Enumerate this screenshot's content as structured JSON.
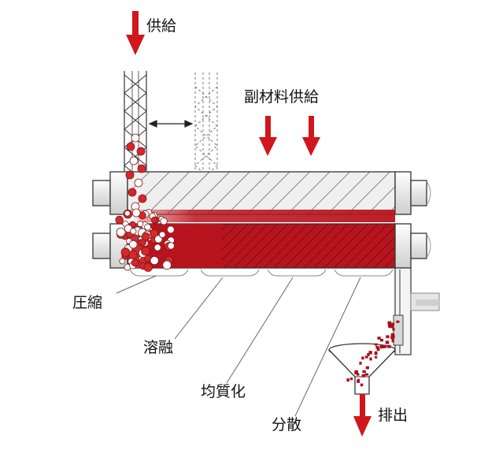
{
  "labels": {
    "supply": "供給",
    "sub_material_supply": "副材料供給",
    "compression": "圧縮",
    "melting": "溶融",
    "homogenization": "均質化",
    "dispersion": "分散",
    "discharge": "排出"
  },
  "colors": {
    "arrow": "#d0171c",
    "particle": "#d8262b",
    "melt_dark": "#a8101a",
    "melt_light": "#cf3b40",
    "roll_body": "#e8e8e8",
    "outline": "#333333"
  }
}
